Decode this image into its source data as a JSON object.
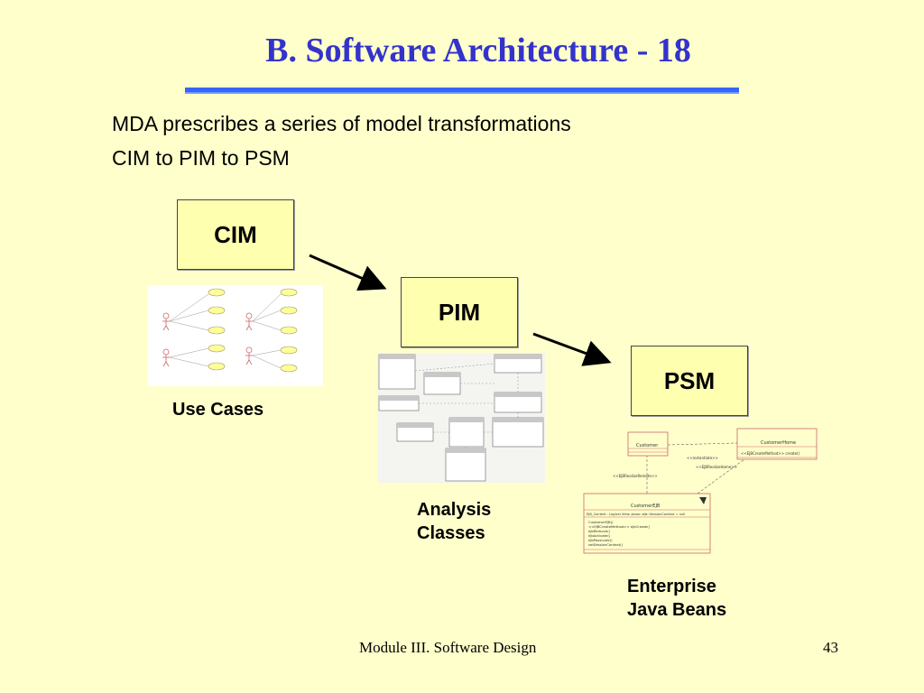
{
  "slide": {
    "title": "B. Software Architecture - 18",
    "line1": "MDA prescribes a series of model transformations",
    "line2": "CIM to PIM to PSM",
    "boxes": {
      "cim": "CIM",
      "pim": "PIM",
      "psm": "PSM"
    },
    "captions": {
      "use_cases": "Use Cases",
      "analysis_line1": "Analysis",
      "analysis_line2": "Classes",
      "ejb_line1": "Enterprise",
      "ejb_line2": "Java Beans"
    },
    "ejb_diagram": {
      "customer": "Customer",
      "customer_home": "CustomerHome",
      "customer_home_op": "<<EJBCreateMethod>> create()",
      "instantiate": "<<instantiate>>",
      "realize_home": "<<EJBRealizeHome>>",
      "realize_remote": "<<EJBRealizeRemote>>",
      "customer_ejb": "CustomerEJB",
      "ejb_context": "EJB_Context : Logical View::javax::ejb::SessionContext = null",
      "ops": [
        "CustomerEJB()",
        "<<EJBCreateMethod>> ejbCreate()",
        "ejbRemove()",
        "ejbActivate()",
        "ejbPassivate()",
        "setSessionContext()"
      ]
    }
  },
  "footer": {
    "module": "Module III. Software Design",
    "page": "43"
  },
  "colors": {
    "background": "#ffffcc",
    "title": "#3333cc",
    "rule": "#3366ff",
    "box_fill": "#ffffb0"
  }
}
